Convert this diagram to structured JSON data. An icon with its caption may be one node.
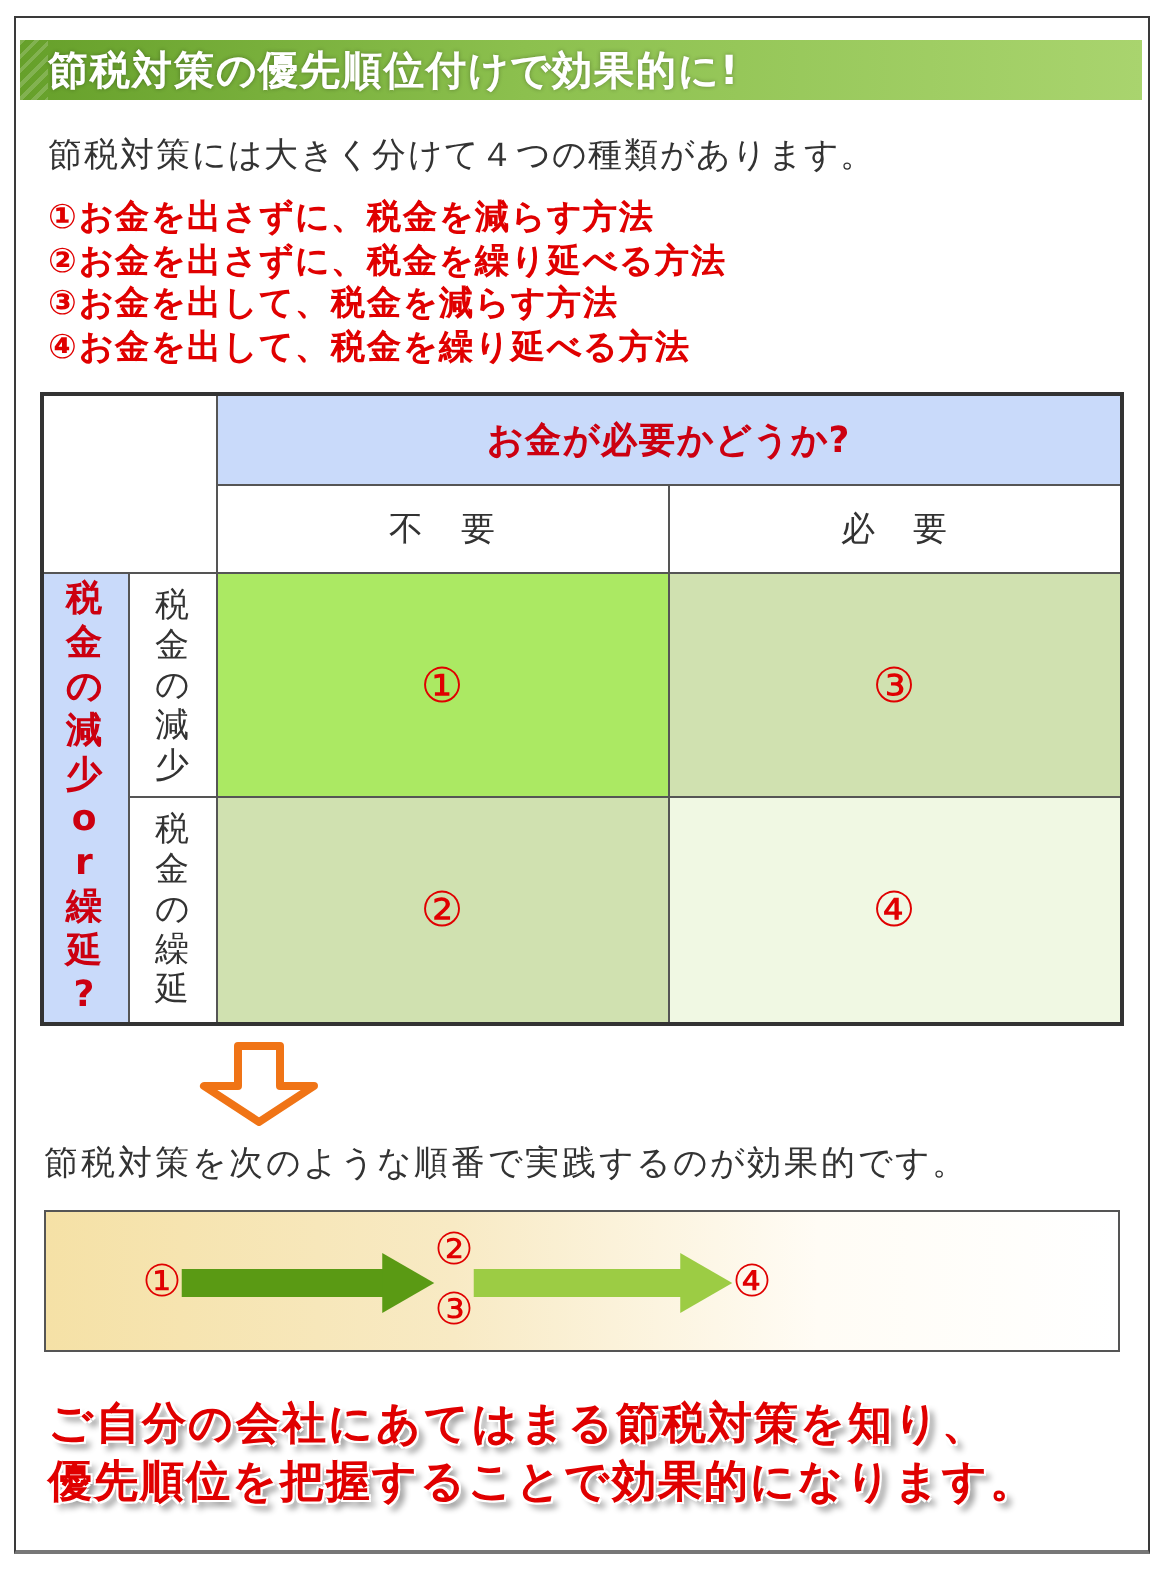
{
  "diagram": {
    "title": "節税対策の優先順位付けで効果的に!",
    "nodes": [
      {
        "text": [],
        "shape": "box"
      },
      {
        "text": [
          "①"
        ],
        "in": 0
      },
      {
        "text": [
          "②",
          "③"
        ],
        "in": 0
      },
      {
        "text": [
          "④"
        ],
        "in": 0
      }
    ],
    "edges": [
      {
        "from": 1,
        "to": 2,
        "arrow": "to",
        "color": "#5a9a14"
      },
      {
        "from": 2,
        "to": 3,
        "arrow": "to",
        "color": "#9ccc44"
      }
    ],
    "labels": [
      "節税対策には大きく分けて４つの種類があります。",
      "①お金を出さずに、税金を減らす方法",
      "②お金を出さずに、税金を繰り延べる方法",
      "③お金を出して、税金を減らす方法",
      "④お金を出して、税金を繰り延べる方法",
      "お金が必要かどうか?",
      "不　要",
      "必　要",
      "税金の減少or繰延?",
      "税金の減少",
      "①",
      "③",
      "税金の繰延",
      "②",
      "④",
      "節税対策を次のような順番で実践するのが効果的です。",
      "ご自分の会社にあてはまる節税対策を知り、優先順位を把握することで効果的になります。"
    ]
  }
}
